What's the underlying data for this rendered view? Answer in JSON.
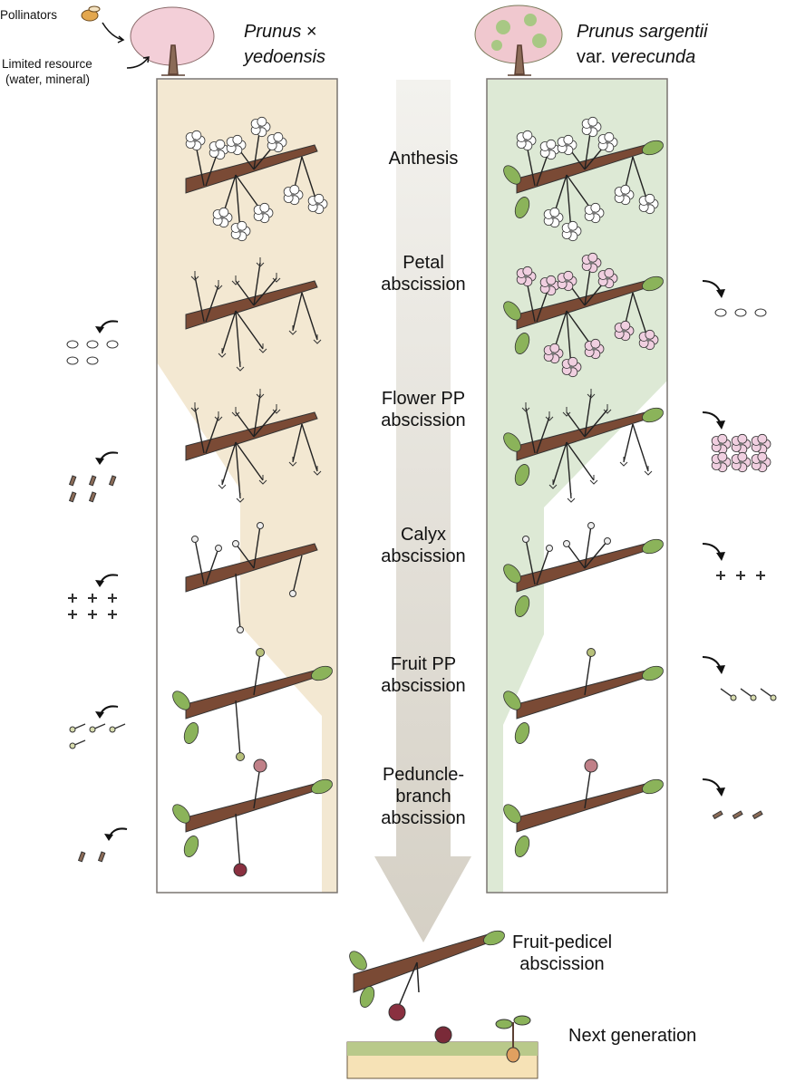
{
  "annotations": {
    "pollinators": "Pollinators",
    "resource_line1": "Limited resource",
    "resource_line2": "(water, mineral)"
  },
  "species": {
    "left": {
      "line1_italic": "Prunus",
      "line1_rest": " ×",
      "line2": "yedoensis"
    },
    "right": {
      "line1": "Prunus sargentii",
      "line2_prefix": "var. ",
      "line2_italic": "verecunda"
    }
  },
  "stages": [
    {
      "line1": "Anthesis",
      "line2": ""
    },
    {
      "line1": "Petal",
      "line2": "abscission"
    },
    {
      "line1": "Flower PP",
      "line2": "abscission"
    },
    {
      "line1": "Calyx",
      "line2": "abscission"
    },
    {
      "line1": "Fruit PP",
      "line2": "abscission"
    },
    {
      "line1": "Peduncle-",
      "line2": "branch",
      "line3": "abscission"
    }
  ],
  "final": {
    "fruit_pedicel_line1": "Fruit-pedicel",
    "fruit_pedicel_line2": "abscission",
    "next_generation": "Next generation"
  },
  "colors": {
    "left_panel": "#f3e8d2",
    "right_panel": "#dde9d5",
    "arrow_top": "#f2f1ec",
    "arrow_bottom": "#d6d1c6",
    "branch": "#7a4a35",
    "leaf": "#8bb35a",
    "fruit": "#8a3040",
    "pink_flower": "#f0cfe0"
  }
}
